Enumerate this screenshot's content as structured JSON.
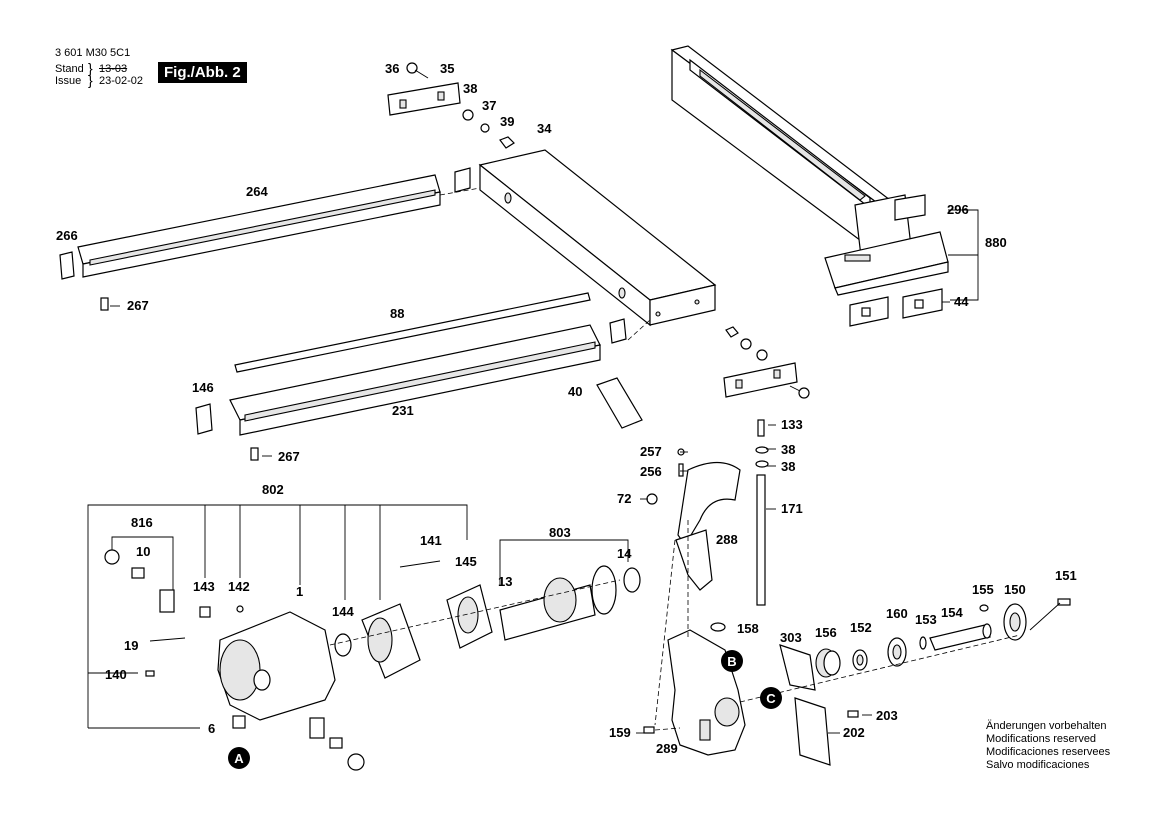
{
  "header": {
    "part_number": "3 601 M30 5C1",
    "stand_label": "Stand",
    "issue_label": "Issue",
    "old_date": "13-03",
    "issue_date": "23-02-02",
    "figure": "Fig./Abb. 2"
  },
  "callouts": {
    "A": "A",
    "B": "B",
    "C": "C"
  },
  "parts": [
    "36",
    "35",
    "38",
    "37",
    "39",
    "34",
    "264",
    "266",
    "267",
    "88",
    "146",
    "231",
    "267",
    "40",
    "296",
    "880",
    "44",
    "133",
    "38",
    "38",
    "257",
    "256",
    "72",
    "171",
    "288",
    "802",
    "816",
    "10",
    "143",
    "142",
    "1",
    "144",
    "141",
    "145",
    "803",
    "13",
    "14",
    "19",
    "140",
    "6",
    "158",
    "303",
    "156",
    "152",
    "160",
    "153",
    "154",
    "155",
    "150",
    "151",
    "159",
    "289",
    "203",
    "202"
  ],
  "notes": [
    "Änderungen vorbehalten",
    "Modifications reserved",
    "Modificaciones reservees",
    "Salvo modificaciones"
  ]
}
